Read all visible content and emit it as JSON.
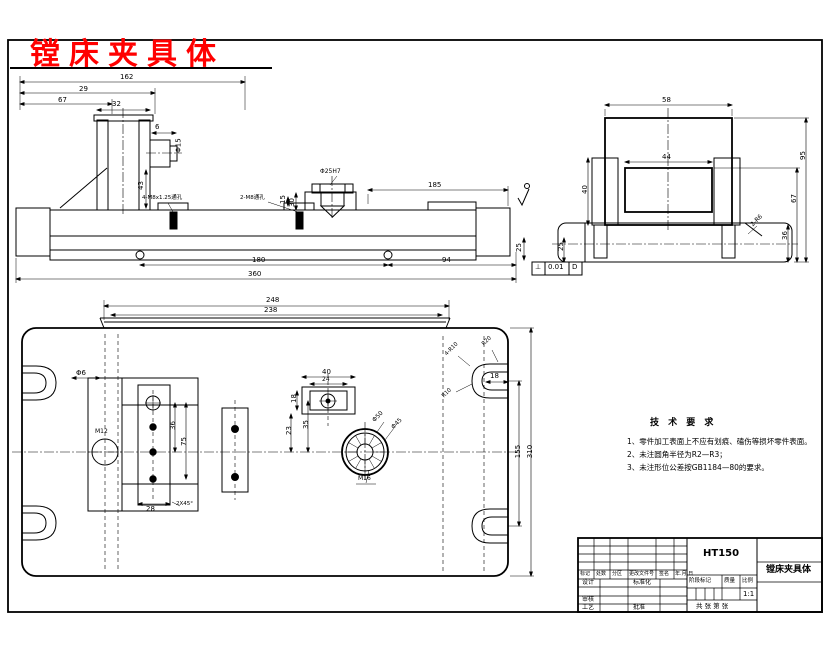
{
  "title": "镗床夹具体",
  "fv": {
    "d162": "162",
    "d29": "29",
    "d67": "67",
    "d32": "32",
    "d6": "6",
    "phi15": "Φ15",
    "d43": "43",
    "n4m8": "4-M8x1.25通孔",
    "n2m8": "2-M8通孔",
    "d15": "15",
    "d30": "30",
    "phi25": "Φ25H7",
    "d185": "185",
    "d180": "180",
    "d94": "94",
    "d360": "360",
    "d25": "25"
  },
  "sv": {
    "d58": "58",
    "d44": "44",
    "d40": "40",
    "d95": "95",
    "d67": "67",
    "d36": "36",
    "d25": "25",
    "note": "2-R6"
  },
  "pv": {
    "d248": "248",
    "d238": "238",
    "phi6": "Φ6",
    "m12": "M12",
    "d36": "36",
    "d75": "75",
    "d28": "28",
    "cham": "2X45°",
    "d40": "40",
    "d24": "24",
    "d18a": "18",
    "d35": "35",
    "d23": "23",
    "phi50": "Φ50",
    "phi45": "Φ45",
    "m16": "M16",
    "r4r10": "4-R10",
    "r20": "R20",
    "r10": "R10",
    "d18b": "18",
    "d155": "155",
    "d310": "310"
  },
  "tol": {
    "sym": "⊥",
    "val": "0.01",
    "datum": "D"
  },
  "tech": {
    "heading": "技 术 要 求",
    "items": [
      "1、零件加工表面上不应有划痕、磕伤等损坏零件表面。",
      "2、未注圆角半径为R2—R3；",
      "3、未注形位公差按GB1184—80的要求。"
    ]
  },
  "tb": {
    "material": "HT150",
    "part_name": "镗床夹具体",
    "rev": [
      "标记",
      "处数",
      "分区",
      "更改文件号",
      "签名",
      "年.月.日"
    ],
    "design": "设计",
    "standard": "标准化",
    "check": "审核",
    "process": "工艺",
    "approve": "批准",
    "stage": "阶段标记",
    "weight": "质量",
    "scale_label": "比例",
    "scale": "1:1",
    "sheet": "共 张 第 张"
  }
}
